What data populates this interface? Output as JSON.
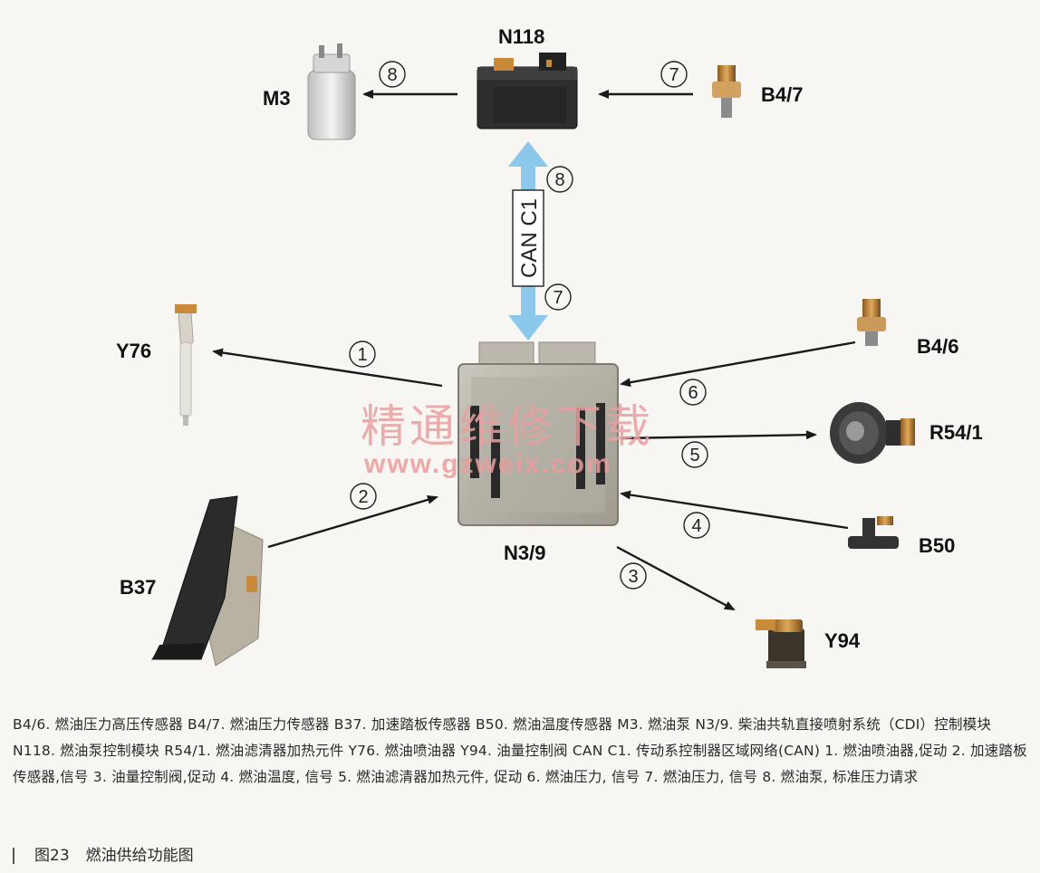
{
  "components": {
    "m3": "M3",
    "n118": "N118",
    "b4_7": "B4/7",
    "y76": "Y76",
    "b4_6": "B4/6",
    "r54_1": "R54/1",
    "b50": "B50",
    "n3_9": "N3/9",
    "b37": "B37",
    "y94": "Y94"
  },
  "bus_label": "CAN C1",
  "signals": {
    "s1": "1",
    "s2": "2",
    "s3": "3",
    "s4": "4",
    "s5": "5",
    "s6": "6",
    "s7": "7",
    "s8": "8"
  },
  "watermark": {
    "line1": "精通维修下载",
    "line2": "www.gzweix.com"
  },
  "caption": "B4/6. 燃油压力高压传感器  B4/7. 燃油压力传感器  B37. 加速踏板传感器  B50. 燃油温度传感器  M3. 燃油泵  N3/9. 柴油共轨直接喷射系统（CDI）控制模块  N118. 燃油泵控制模块  R54/1. 燃油滤清器加热元件  Y76. 燃油喷油器  Y94. 油量控制阀  CAN C1. 传动系控制器区域网络(CAN)  1. 燃油喷油器,促动  2. 加速踏板传感器,信号  3. 油量控制阀,促动  4. 燃油温度, 信号  5. 燃油滤清器加热元件, 促动  6. 燃油压力, 信号  7. 燃油压力, 信号  8. 燃油泵, 标准压力请求",
  "figure": {
    "number": "图23",
    "title": "燃油供给功能图"
  },
  "colors": {
    "can_arrow": "#8cc8ec",
    "watermark": "#e8a0a0",
    "pedal": "#2b2b2b",
    "connector": "#c98a3a"
  }
}
